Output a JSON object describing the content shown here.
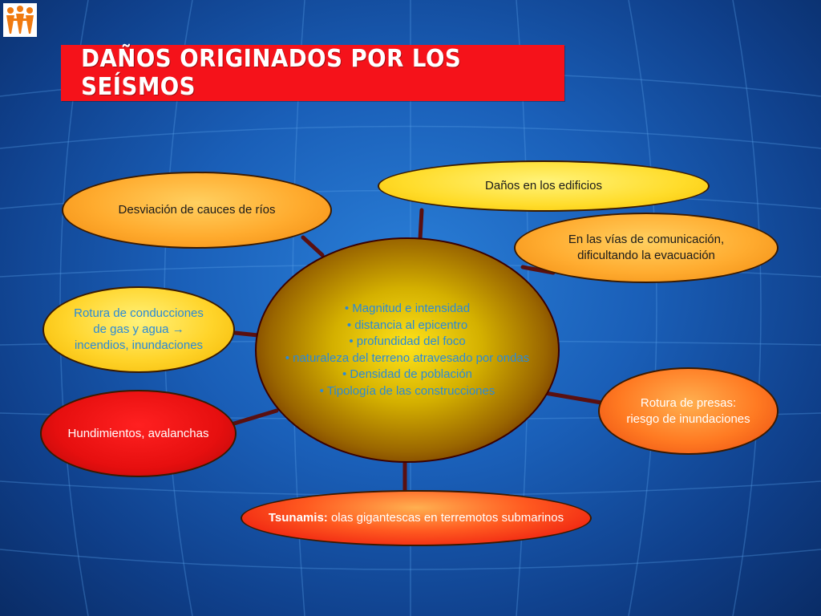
{
  "title": "DAÑOS ORIGINADOS POR LOS SEÍSMOS",
  "colors": {
    "title_bg": "#f5121a",
    "background": "#1a5fb8",
    "connector": "#5a1010"
  },
  "center": {
    "items": [
      "• Magnitud e intensidad",
      "• distancia al epicentro",
      "• profundidad del foco",
      "• naturaleza del terreno atravesado por ondas",
      "• Densidad de población",
      "• Tipología de las construcciones"
    ]
  },
  "nodes": {
    "desviacion": "Desviación de cauces de ríos",
    "edificios": "Daños en los edificios",
    "vias_line1": "En las vías de comunicación,",
    "vias_line2": "dificultando la evacuación",
    "rotura_cond_line1": "Rotura de conducciones",
    "rotura_cond_line2": "de gas y agua →",
    "rotura_cond_line3": "incendios, inundaciones",
    "hundimientos": "Hundimientos, avalanchas",
    "presas_line1": "Rotura de presas:",
    "presas_line2": "riesgo de inundaciones",
    "tsunamis_label": "Tsunamis:",
    "tsunamis_text": " olas gigantescas en terremotos submarinos"
  },
  "icons": {
    "logo": "people-group-icon"
  }
}
